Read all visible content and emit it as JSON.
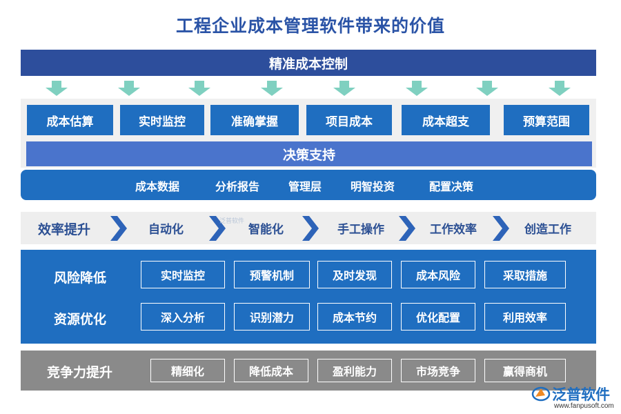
{
  "title": "工程企业成本管理软件带来的价值",
  "top_banner": "精准成本控制",
  "key_items": [
    "成本估算",
    "实时监控",
    "准确掌握",
    "项目成本",
    "成本超支",
    "预算范围"
  ],
  "decision": "决策支持",
  "data_items": [
    "成本数据",
    "分析报告",
    "管理层",
    "明智投资",
    "配置决策"
  ],
  "efficiency": [
    "效率提升",
    "自动化",
    "智能化",
    "手工操作",
    "工作效率",
    "创造工作"
  ],
  "watermark": "泛普软件",
  "risk": {
    "label": "风险降低",
    "items": [
      "实时监控",
      "预警机制",
      "及时发现",
      "成本风险",
      "采取措施"
    ]
  },
  "resource": {
    "label": "资源优化",
    "items": [
      "深入分析",
      "识别潜力",
      "成本节约",
      "优化配置",
      "利用效率"
    ]
  },
  "competition": {
    "label": "竞争力提升",
    "items": [
      "精细化",
      "降低成本",
      "盈利能力",
      "市场竞争",
      "赢得商机"
    ]
  },
  "logo": {
    "name": "泛普软件",
    "url": "www.fanpusoft.com"
  },
  "colors": {
    "title": "#2a53a6",
    "banner": "#2d4e9c",
    "box": "#1f6ec0",
    "decision": "#4a74cc",
    "arrow": "#7fd0c0",
    "gray": "#8a8a8a"
  }
}
